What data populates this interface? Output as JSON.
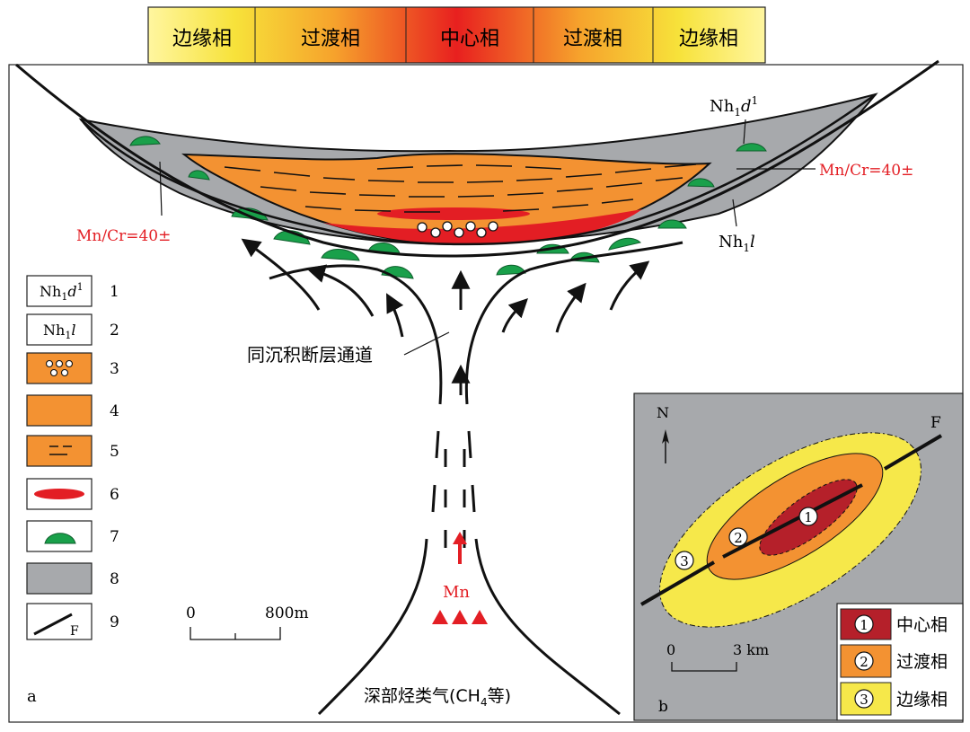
{
  "facies_bar": [
    "边缘相",
    "过渡相",
    "中心相",
    "过渡相",
    "边缘相"
  ],
  "labels": {
    "nh1d1_main": "Nh",
    "nh1d1_sub": "1",
    "nh1d1_letter": "d",
    "nh1d1_sup": "1",
    "nh1l_main": "Nh",
    "nh1l_sub": "1",
    "nh1l_letter": "l",
    "mncr_right": "Mn/Cr=40±",
    "mncr_left": "Mn/Cr=40±",
    "fault_channel": "同沉积断层通道",
    "mn": "Mn",
    "deep_gas_a": "深部烃类气(CH",
    "deep_gas_sub": "4",
    "deep_gas_b": "等)",
    "panel_a": "a",
    "panel_b": "b"
  },
  "legend_numbers": [
    "1",
    "2",
    "3",
    "4",
    "5",
    "6",
    "7",
    "8",
    "9"
  ],
  "legend_f": "F",
  "scale_a": {
    "start": "0",
    "end": "800m"
  },
  "inset": {
    "north": "N",
    "fault": "F",
    "zone_numbers": [
      "1",
      "2",
      "3"
    ],
    "scale_start": "0",
    "scale_end": "3 km",
    "legend": [
      {
        "num": "1",
        "label": "中心相",
        "color": "#b5202a"
      },
      {
        "num": "2",
        "label": "过渡相",
        "color": "#f39232"
      },
      {
        "num": "3",
        "label": "边缘相",
        "color": "#f6e84a"
      }
    ]
  },
  "colors": {
    "gray": "#a7a9ac",
    "orange": "#f39232",
    "red": "#e31e24",
    "green": "#19a04a",
    "yellow": "#f6e84a",
    "crimson": "#b5202a"
  }
}
